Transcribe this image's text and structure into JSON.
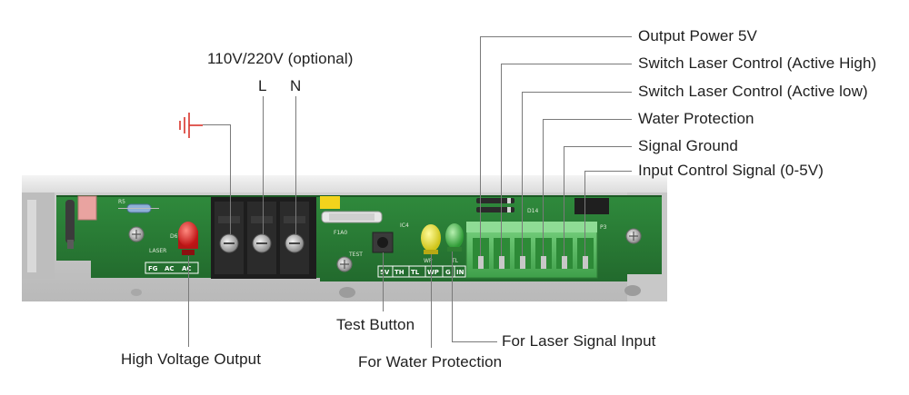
{
  "supply": {
    "voltage_label": "110V/220V (optional)",
    "l_label": "L",
    "n_label": "N"
  },
  "callouts_right": [
    "Output Power 5V",
    "Switch Laser Control (Active High)",
    "Switch Laser Control (Active low)",
    "Water Protection",
    "Signal Ground",
    "Input Control Signal (0-5V)"
  ],
  "callouts_bottom": {
    "test_button": "Test Button",
    "laser_signal_input": "For Laser Signal Input",
    "high_voltage_output": "High Voltage Output",
    "water_protection": "For Water Protection"
  },
  "board_silkscreen": {
    "left_terminals": [
      "FG",
      "AC",
      "AC"
    ],
    "right_header": [
      "5V",
      "TH",
      "TL",
      "WP",
      "G",
      "IN"
    ],
    "laser_led": "LASER",
    "test": "TEST",
    "wp_led": "WP",
    "tl_led": "TL",
    "d6": "D6",
    "r5": "R5",
    "p3": "P3",
    "fuse": "F1A0",
    "ic": "IC4"
  },
  "colors": {
    "pcb_green": "#2e7d3a",
    "terminal_green": "#5fbf6a",
    "led_red": "#d81e1e",
    "led_yellow": "#e8e02a",
    "led_green": "#49c24f",
    "ground_symbol": "#d9342b"
  },
  "icons": [
    "ground-symbol-icon"
  ]
}
